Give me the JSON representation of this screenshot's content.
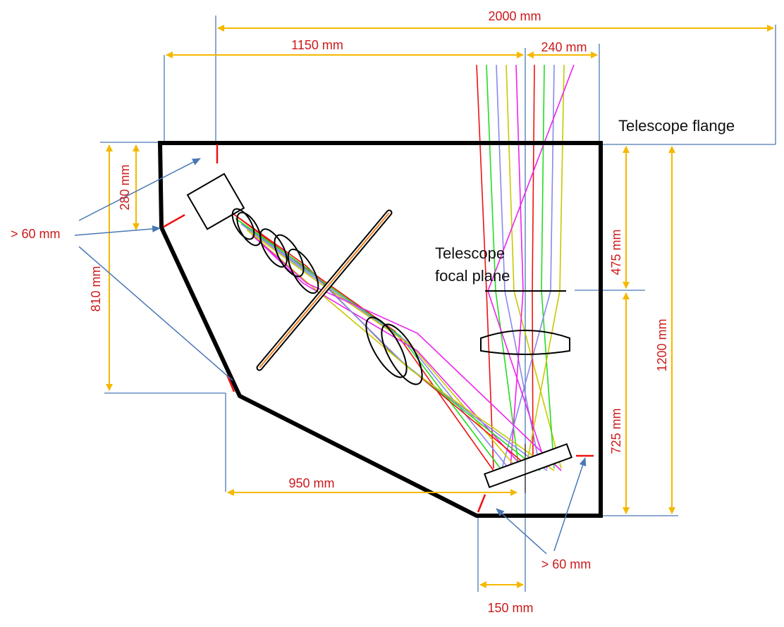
{
  "labels": {
    "telescope_flange": "Telescope flange",
    "focal_plane_line1": "Telescope",
    "focal_plane_line2": "focal plane"
  },
  "dimensions": {
    "width_total": "2000 mm",
    "width_1150": "1150 mm",
    "width_240": "240 mm",
    "height_280": "280 mm",
    "height_810": "810 mm",
    "clearance_left": "> 60 mm",
    "clearance_bottom": "> 60 mm",
    "height_475": "475 mm",
    "height_1200": "1200 mm",
    "height_725": "725 mm",
    "width_950": "950 mm",
    "width_150": "150 mm"
  },
  "colors": {
    "dimension_line": "#f5b800",
    "dimension_text": "#cc1a1a",
    "leader": "#4a78b5",
    "frame": "#000000",
    "ray_red": "#ee1111",
    "ray_green": "#22dd22",
    "ray_blue": "#8888ee",
    "ray_yellow": "#c8c800",
    "ray_magenta": "#ee22ee",
    "filter": "#f08020"
  }
}
